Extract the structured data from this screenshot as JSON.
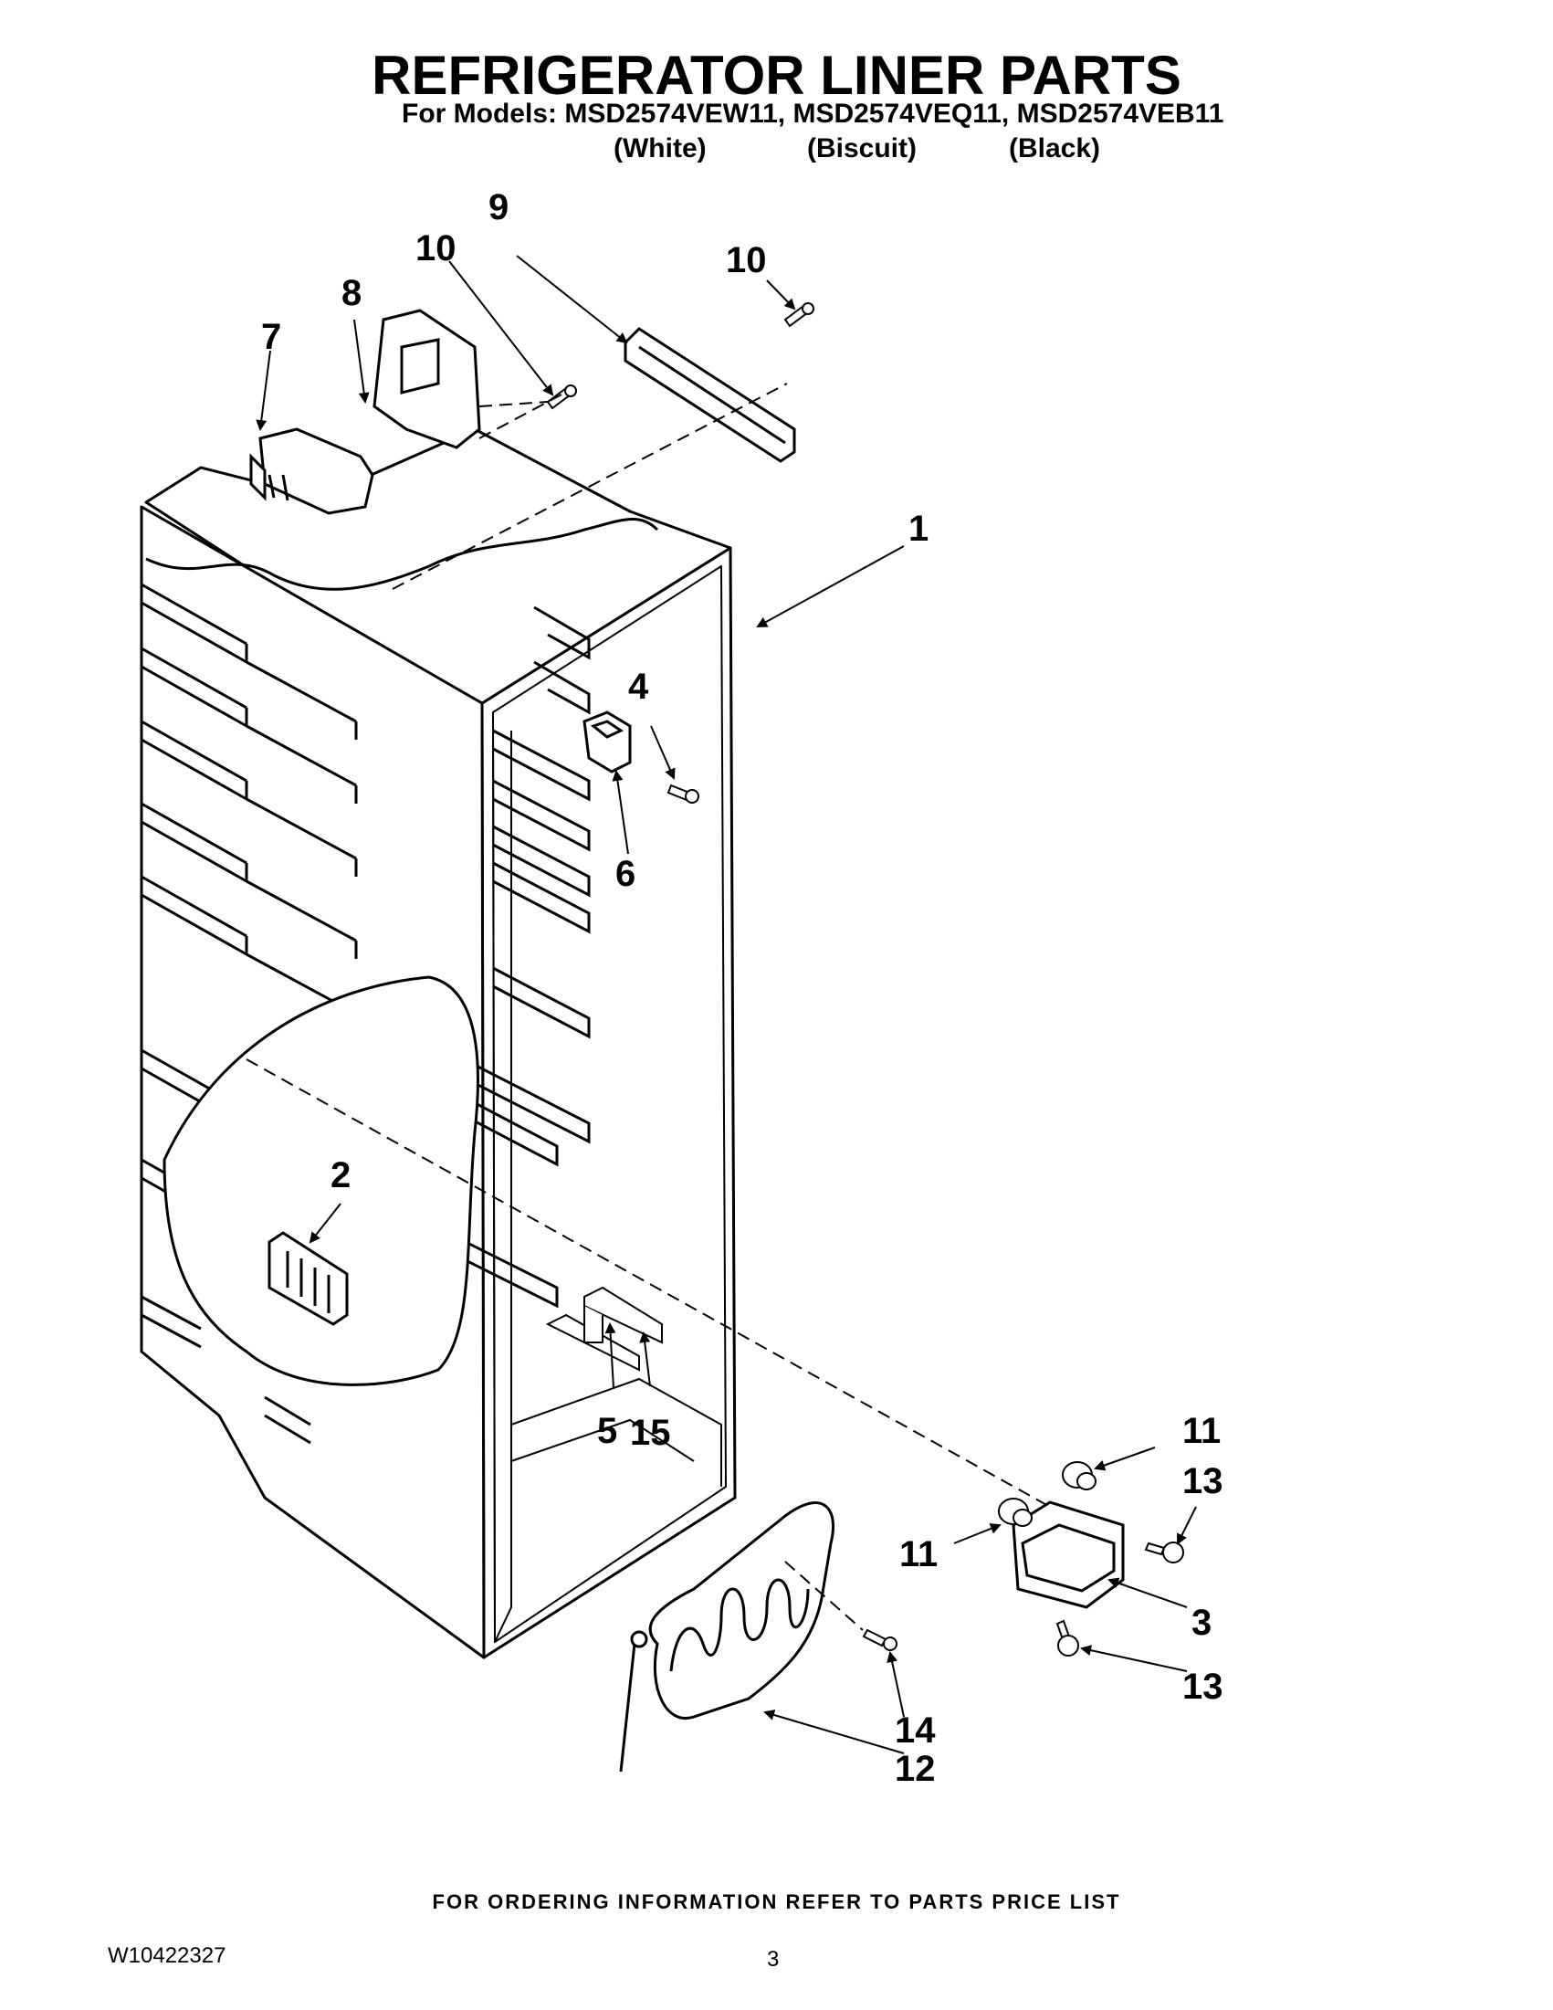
{
  "title": "REFRIGERATOR LINER PARTS",
  "models_line": "For Models: MSD2574VEW11, MSD2574VEQ11, MSD2574VEB11",
  "colors": [
    "(White)",
    "(Biscuit)",
    "(Black)"
  ],
  "callouts": {
    "c1": "1",
    "c2": "2",
    "c3": "3",
    "c4": "4",
    "c5": "5",
    "c6": "6",
    "c7": "7",
    "c8": "8",
    "c9": "9",
    "c10a": "10",
    "c10b": "10",
    "c11a": "11",
    "c11b": "11",
    "c12": "12",
    "c13a": "13",
    "c13b": "13",
    "c14": "14",
    "c15": "15"
  },
  "footer": "FOR ORDERING INFORMATION REFER TO PARTS PRICE LIST",
  "doc_number": "W10422327",
  "page_number": "3"
}
